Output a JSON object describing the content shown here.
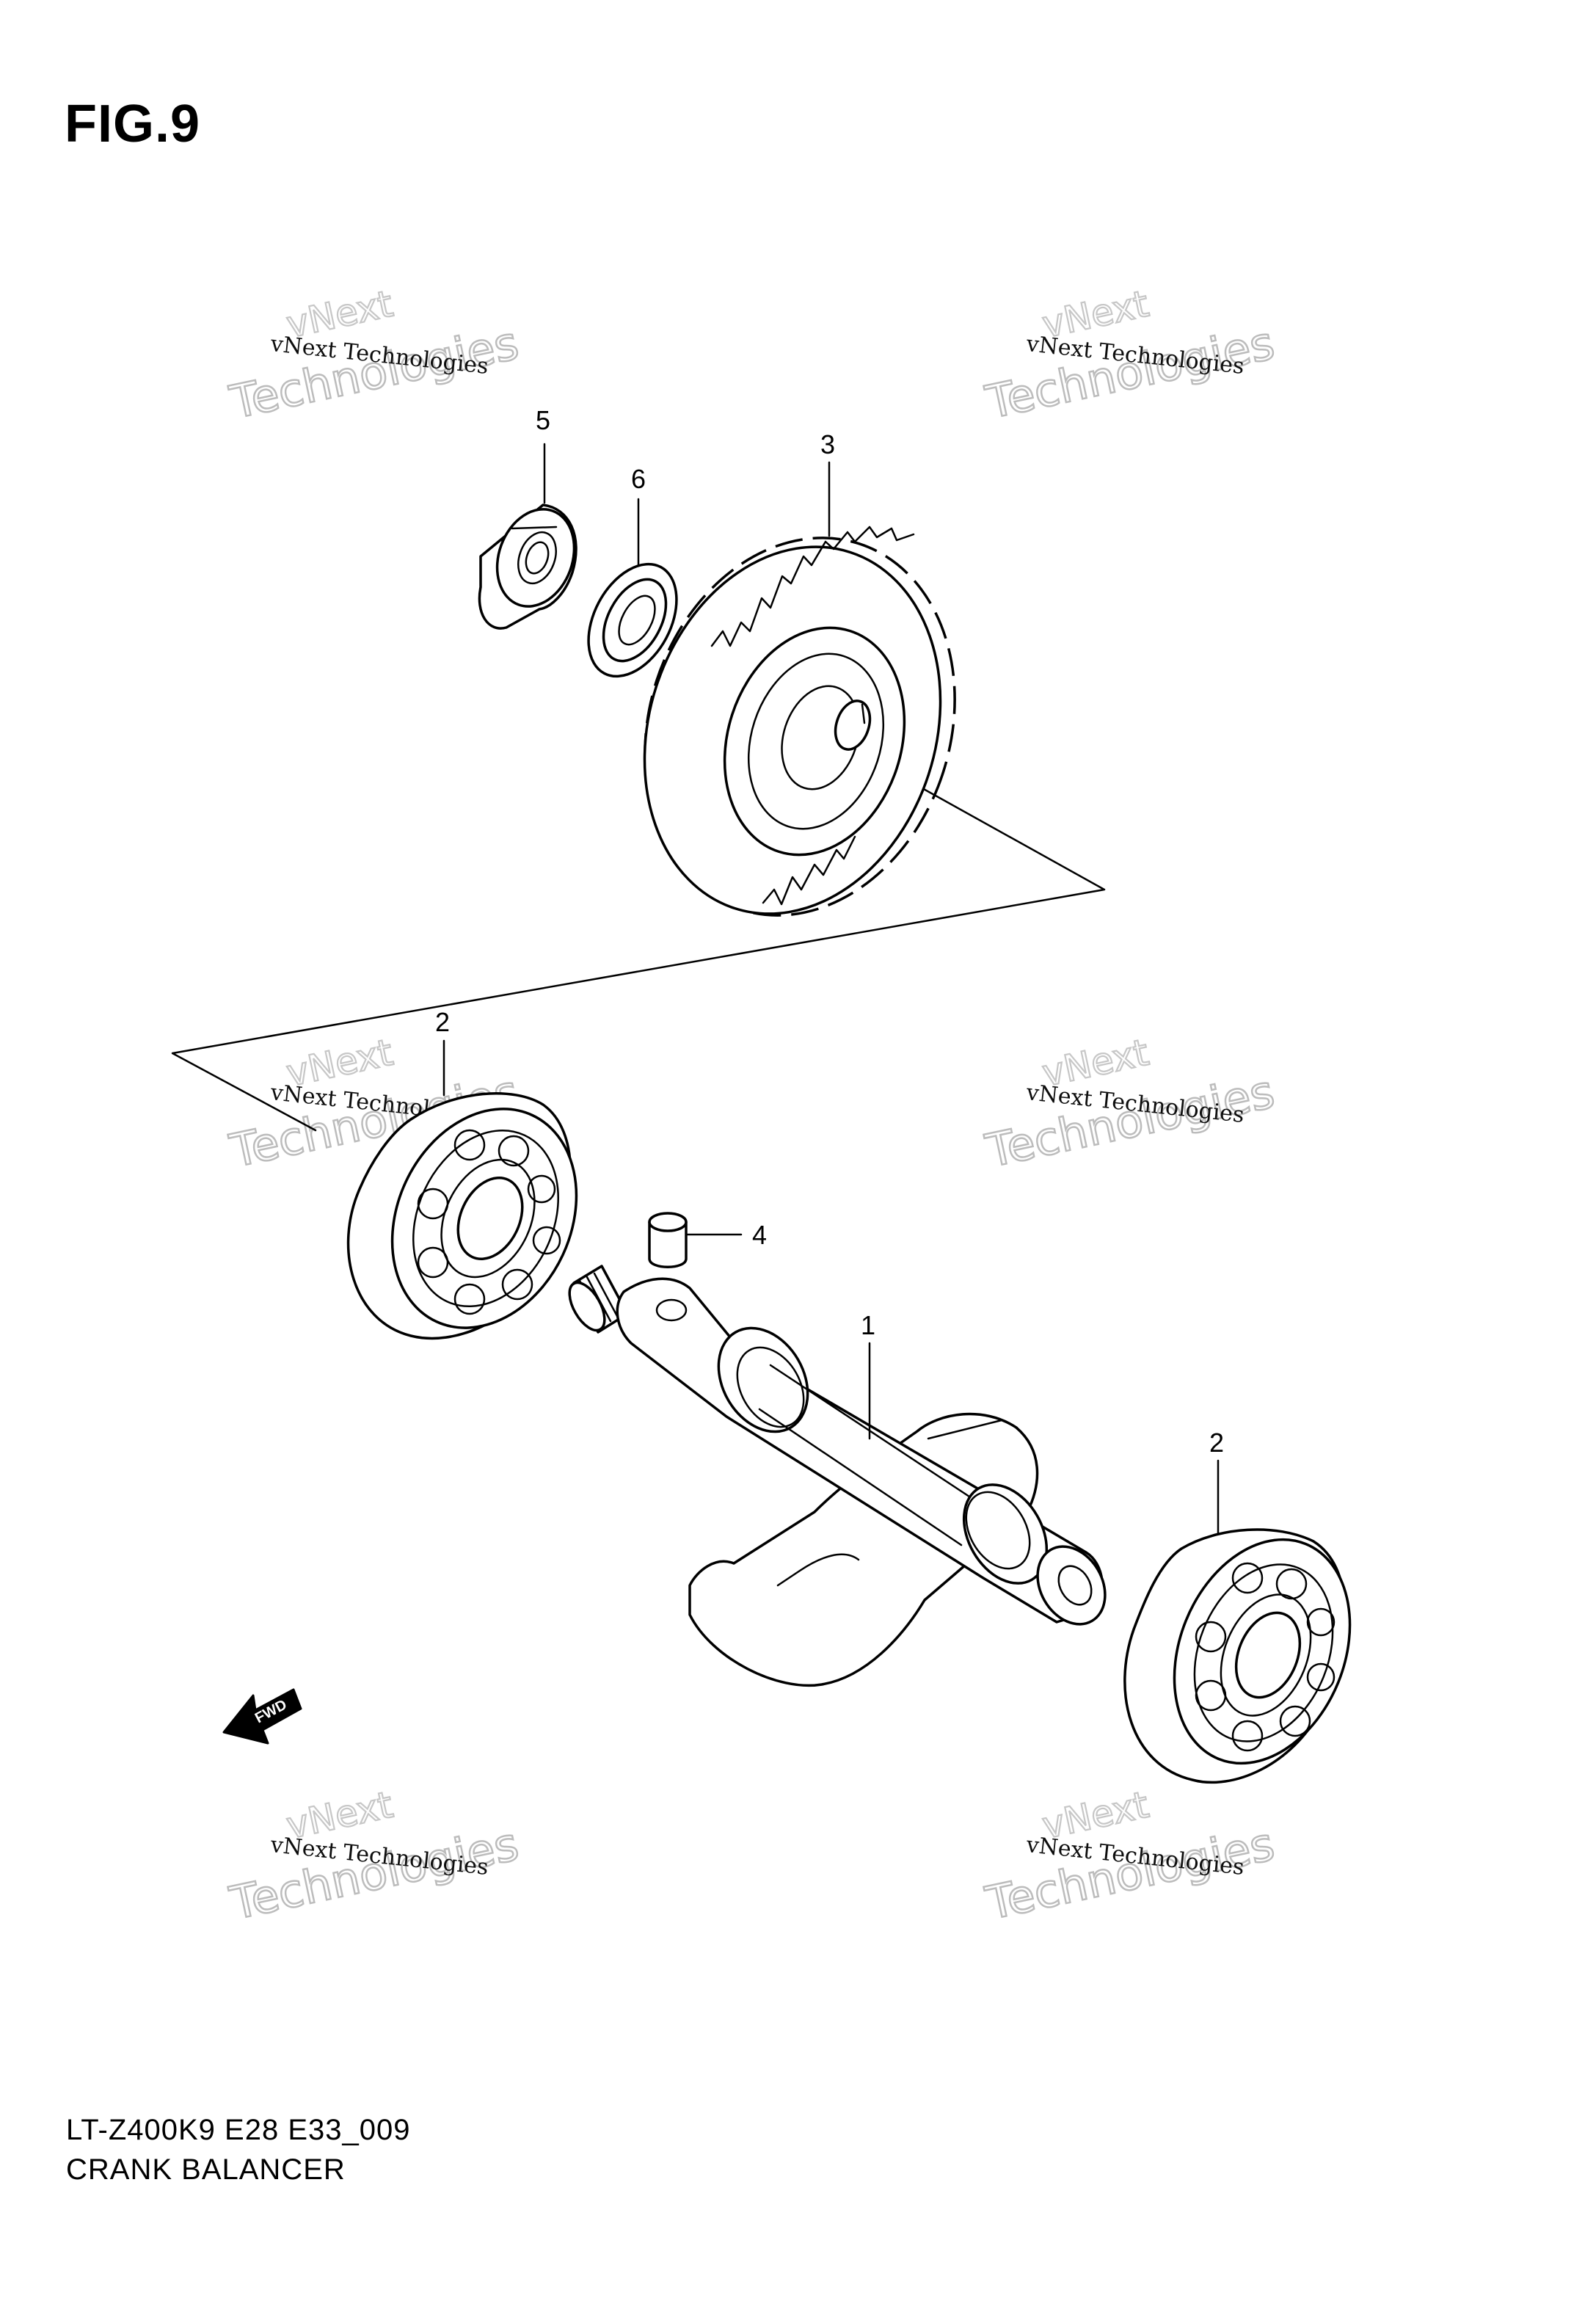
{
  "figure": {
    "title": "FIG.9",
    "code": "LT-Z400K9 E28 E33_009",
    "name": "CRANK BALANCER"
  },
  "callouts": {
    "c1": "1",
    "c2a": "2",
    "c2b": "2",
    "c3": "3",
    "c4": "4",
    "c5": "5",
    "c6": "6"
  },
  "fwd_label": "FWD",
  "watermark": {
    "line": "vNext Technologies",
    "top": "vNext",
    "bottom": "Technologies"
  },
  "parts": [
    {
      "ref": "1",
      "icon": "crank-balancer-shaft-icon"
    },
    {
      "ref": "2",
      "icon": "ball-bearing-icon"
    },
    {
      "ref": "3",
      "icon": "balancer-driven-gear-icon"
    },
    {
      "ref": "4",
      "icon": "key-pin-icon"
    },
    {
      "ref": "5",
      "icon": "nut-icon"
    },
    {
      "ref": "6",
      "icon": "washer-icon"
    }
  ]
}
